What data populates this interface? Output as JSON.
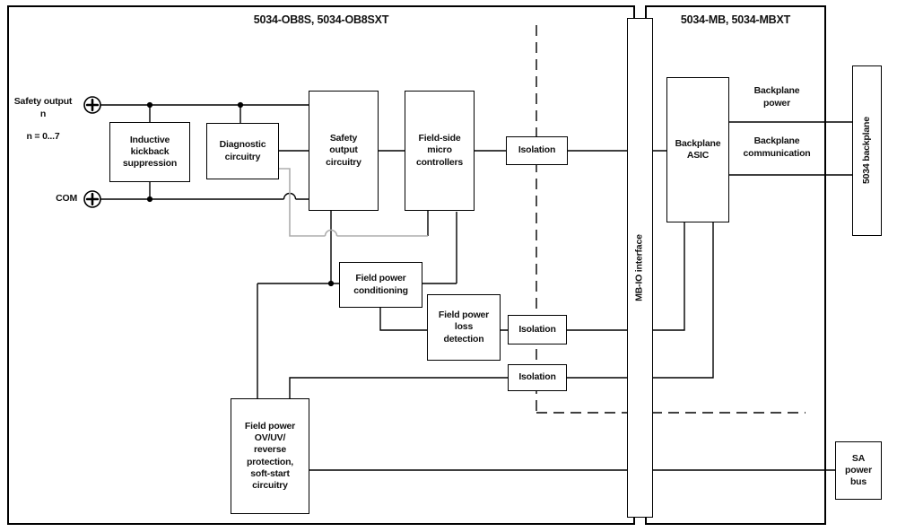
{
  "sections": {
    "left_title": "5034-OB8S, 5034-OB8SXT",
    "right_title": "5034-MB, 5034-MBXT"
  },
  "io_labels": {
    "safety_output": "Safety output\nn",
    "safety_range": "n = 0...7",
    "com": "COM"
  },
  "blocks": {
    "inductive": "Inductive\nkickback\nsuppression",
    "diagnostic": "Diagnostic\ncircuitry",
    "safety_output_circuitry": "Safety\noutput\ncircuitry",
    "field_side_micro": "Field-side\nmicro\ncontrollers",
    "isolation": "Isolation",
    "field_power_conditioning": "Field power\nconditioning",
    "field_power_loss": "Field power\nloss\ndetection",
    "field_power_protection": "Field power\nOV/UV/\nreverse\nprotection,\nsoft-start\ncircuitry",
    "mb_io_interface": "MB-IO interface",
    "backplane_asic": "Backplane\nASIC",
    "backplane_5034": "5034 backplane",
    "sa_power_bus": "SA\npower\nbus"
  },
  "bus_labels": {
    "backplane_power": "Backplane\npower",
    "backplane_communication": "Backplane\ncommunication"
  },
  "colors": {
    "wire": "#000000",
    "secondary_wire": "#adadad",
    "background": "#ffffff"
  }
}
